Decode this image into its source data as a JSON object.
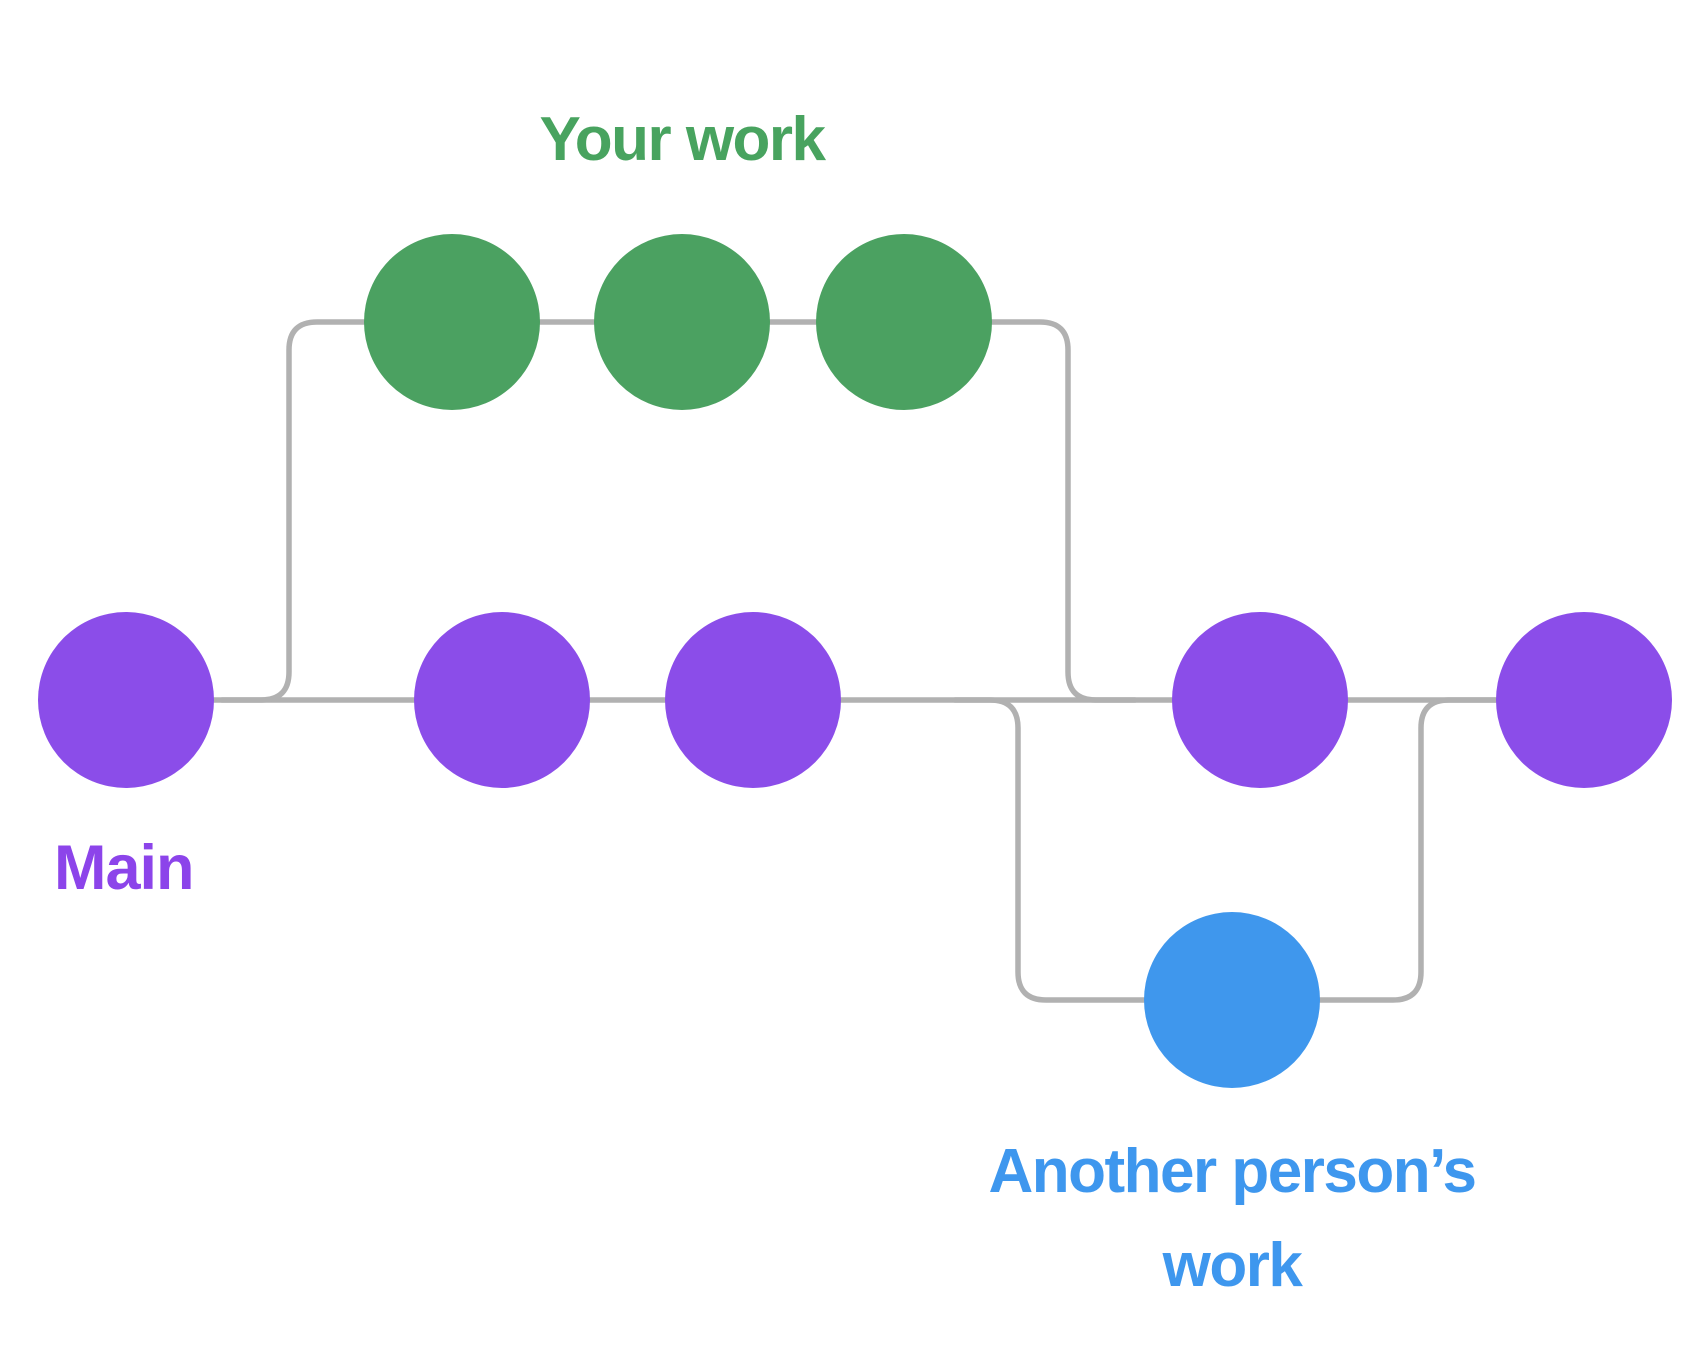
{
  "diagram": {
    "type": "git-branch-diagram",
    "labels": {
      "your_work": "Your work",
      "main": "Main",
      "another_line1": "Another person’s",
      "another_line2": "work"
    },
    "branches": [
      {
        "name": "Main",
        "commit_count": 5,
        "color": "#8B4DE9"
      },
      {
        "name": "Your work",
        "commit_count": 3,
        "color": "#4BA161"
      },
      {
        "name": "Another person’s work",
        "commit_count": 1,
        "color": "#3F97ED"
      }
    ],
    "colors": {
      "background": "#FFFFFF",
      "main_branch": "#8B4DE9",
      "your_work_branch": "#4BA161",
      "another_branch": "#3F97ED",
      "connector": "#B1B1B1",
      "label_main": "#8C44EA",
      "label_your_work": "#48A35F",
      "label_another": "#3E97EE"
    }
  }
}
